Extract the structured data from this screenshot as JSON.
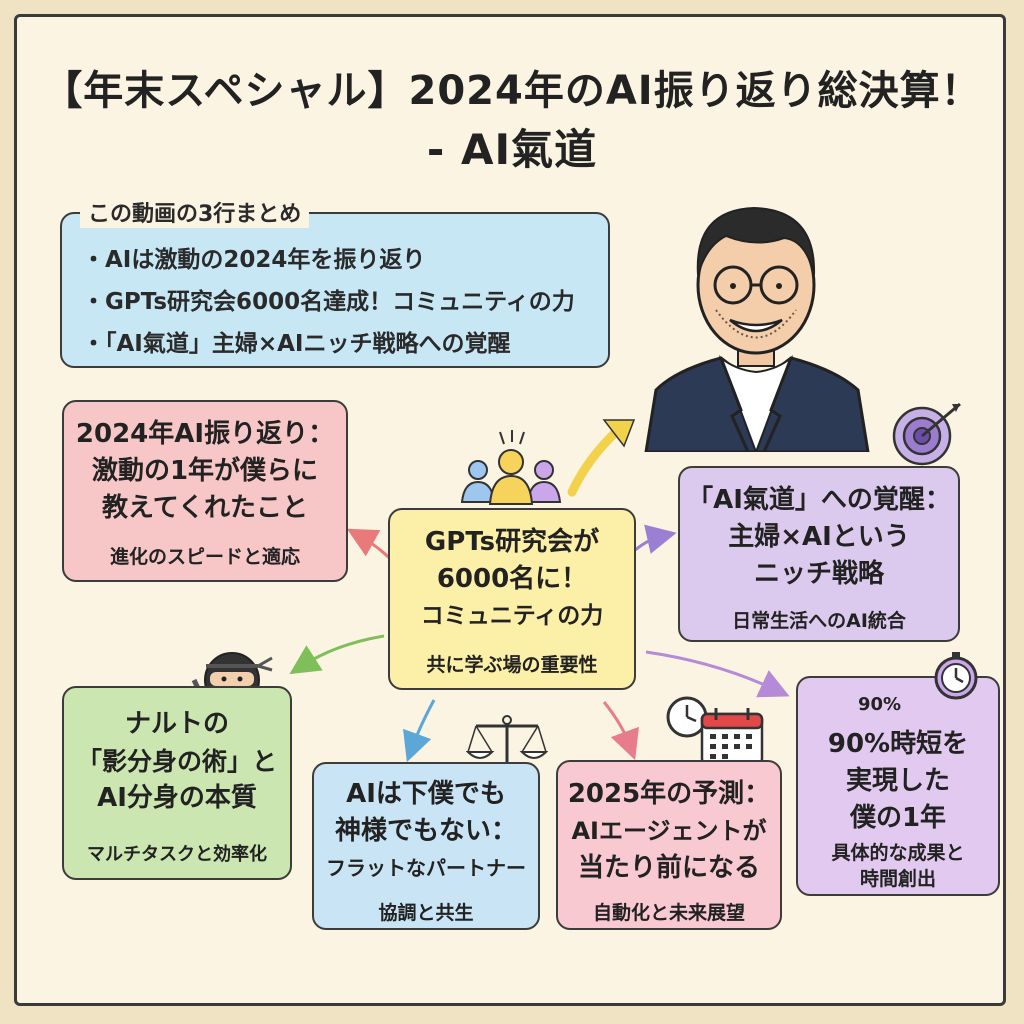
{
  "title": {
    "line1": "【年末スペシャル】2024年のAI振り返り総決算！",
    "line2": "- AI氣道"
  },
  "summary": {
    "heading": "この動画の3行まとめ",
    "items": [
      "・AIは激動の2024年を振り返り",
      "・GPTs研究会6000名達成！コミュニティの力",
      "・「AI氣道」主婦×AIニッチ戦略への覚醒"
    ]
  },
  "boxes": {
    "left": {
      "lines": [
        "2024年AI振り返り：",
        "激動の1年が僕らに",
        "教えてくれたこと"
      ],
      "sub": "進化のスピードと適応"
    },
    "center": {
      "lines": [
        "GPTs研究会が",
        "6000名に！",
        "コミュニティの力"
      ],
      "sub": "共に学ぶ場の重要性"
    },
    "right": {
      "lines": [
        "「AI氣道」への覚醒：",
        "主婦×AIという",
        "ニッチ戦略"
      ],
      "sub": "日常生活へのAI統合"
    },
    "naruto": {
      "lines": [
        "ナルトの",
        "「影分身の術」と",
        "AI分身の本質"
      ],
      "sub": "マルチタスクと効率化"
    },
    "ai": {
      "lines": [
        "AIは下僕でも",
        "神様でもない：",
        "フラットなパートナー"
      ],
      "sub": "協調と共生"
    },
    "y2025": {
      "lines": [
        "2025年の予測：",
        "AIエージェントが",
        "当たり前になる"
      ],
      "sub": "自動化と未来展望"
    },
    "p90": {
      "badge": "90%",
      "lines": [
        "90%時短を",
        "実現した",
        "僕の1年"
      ],
      "sub": [
        "具体的な成果と",
        "時間創出"
      ]
    }
  },
  "icons": [
    "person-illustration",
    "target-icon",
    "people-group-icon",
    "ninja-icon",
    "scales-icon",
    "clock-icon",
    "calendar-icon",
    "stopwatch-icon"
  ],
  "colors": {
    "summary": "#c7e7f5",
    "left": "#f7c7c8",
    "center": "#fcefa7",
    "right": "#dcc9ee",
    "naruto": "#cbe6b0",
    "ai": "#c9e5f5",
    "y2025": "#f8c9d0",
    "p90": "#e2c9ef"
  }
}
